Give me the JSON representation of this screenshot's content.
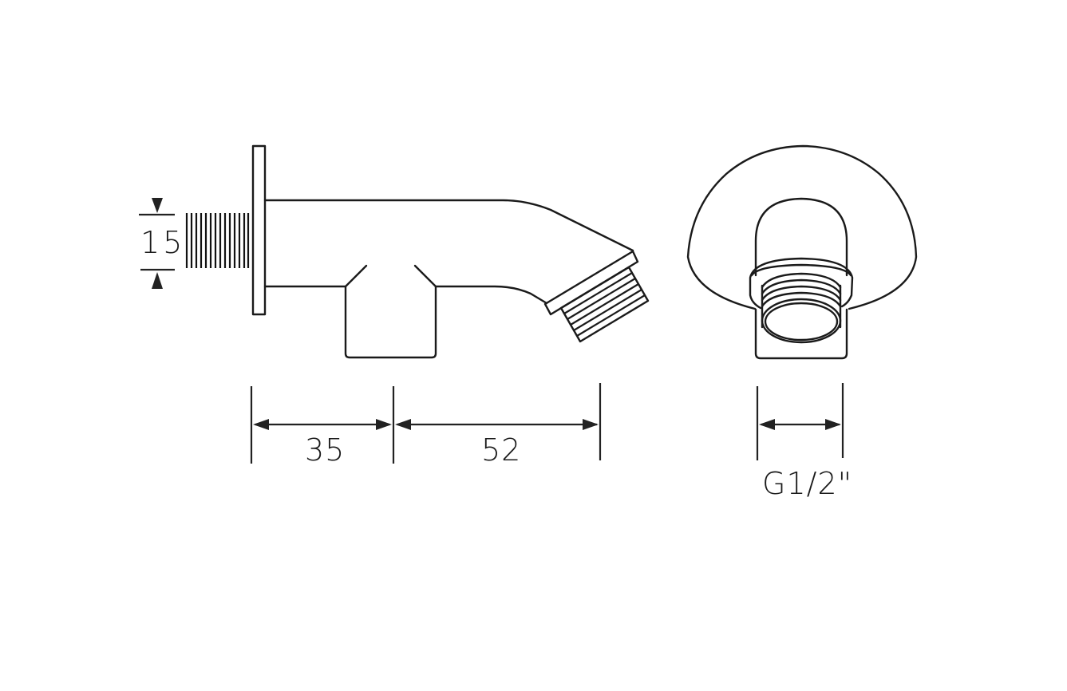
{
  "drawing": {
    "title": "Wall outlet elbow technical drawing",
    "views": [
      {
        "name": "side-view"
      },
      {
        "name": "front-view"
      }
    ],
    "dimensions": {
      "thread_length": {
        "value": "15",
        "orientation": "vertical"
      },
      "base_length": {
        "value": "35",
        "orientation": "horizontal"
      },
      "outlet_length": {
        "value": "52",
        "orientation": "horizontal"
      },
      "thread_size": {
        "value": "G1/2\"",
        "orientation": "horizontal"
      }
    },
    "colors": {
      "line": "#1a1a1a",
      "background": "#ffffff"
    }
  }
}
